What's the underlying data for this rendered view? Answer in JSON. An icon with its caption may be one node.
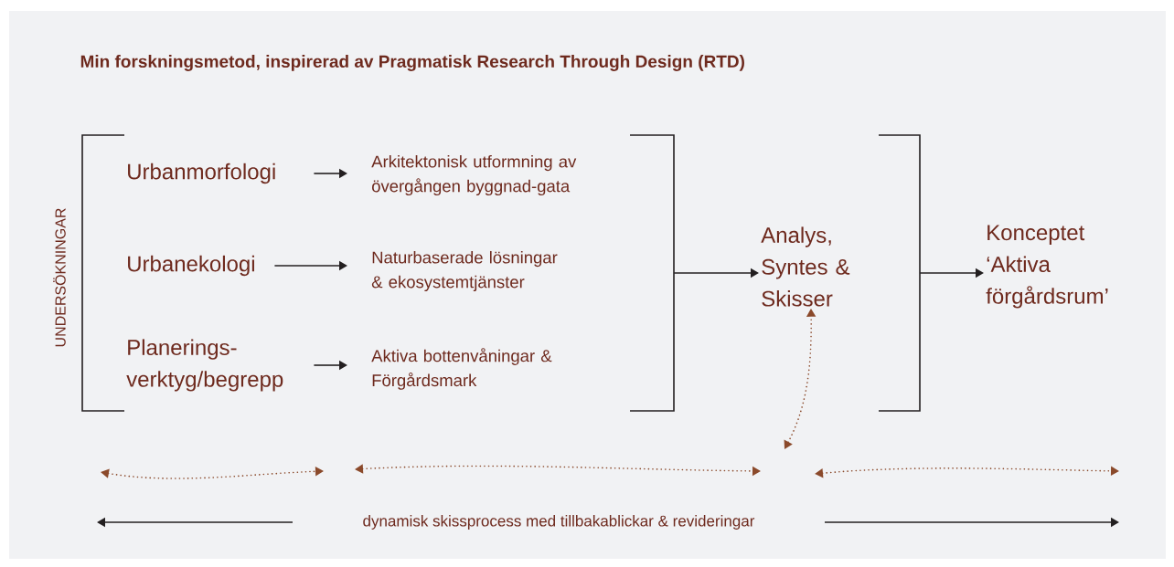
{
  "diagram": {
    "title": "Min forskningsmetod, inspirerad av Pragmatisk Research Through Design (RTD)",
    "nodes": [
      {
        "text": [
          "UNDERSÖKNINGAR"
        ]
      },
      {
        "text": [
          "Urbanmorfologi"
        ],
        "in": 0
      },
      {
        "text": [
          "Urbanekologi"
        ],
        "in": 0
      },
      {
        "text": [
          "Planerings- verktyg/begrepp"
        ],
        "in": 0
      },
      {
        "text": [
          "Arkitektonisk utformning av övergången byggnad-gata"
        ],
        "in": 0
      },
      {
        "text": [
          "Naturbaserade lösningar & ekosystemtjänster"
        ],
        "in": 0
      },
      {
        "text": [
          "Aktiva bottenvåningar & Förgårdsmark"
        ],
        "in": 0
      },
      {
        "text": [
          "Analys, Syntes & Skisser"
        ]
      },
      {
        "text": [],
        "shape": "bracket"
      },
      {
        "text": [
          "Konceptet ‘Aktiva förgårdsrum’"
        ]
      }
    ],
    "edges": [
      {
        "from": 1,
        "to": 4,
        "arrow": "to"
      },
      {
        "from": 2,
        "to": 5,
        "arrow": "to"
      },
      {
        "from": 3,
        "to": 6,
        "arrow": "to"
      },
      {
        "from": 0,
        "to": 7,
        "arrow": "to"
      },
      {
        "from": 8,
        "to": 9,
        "arrow": "to"
      },
      {
        "from": null,
        "to": 7,
        "arrow": "both",
        "style": "dashed",
        "color": "#8b4a2b"
      }
    ],
    "labels": [
      "dynamisk skissprocess med tillbakablickar & revideringar"
    ]
  }
}
